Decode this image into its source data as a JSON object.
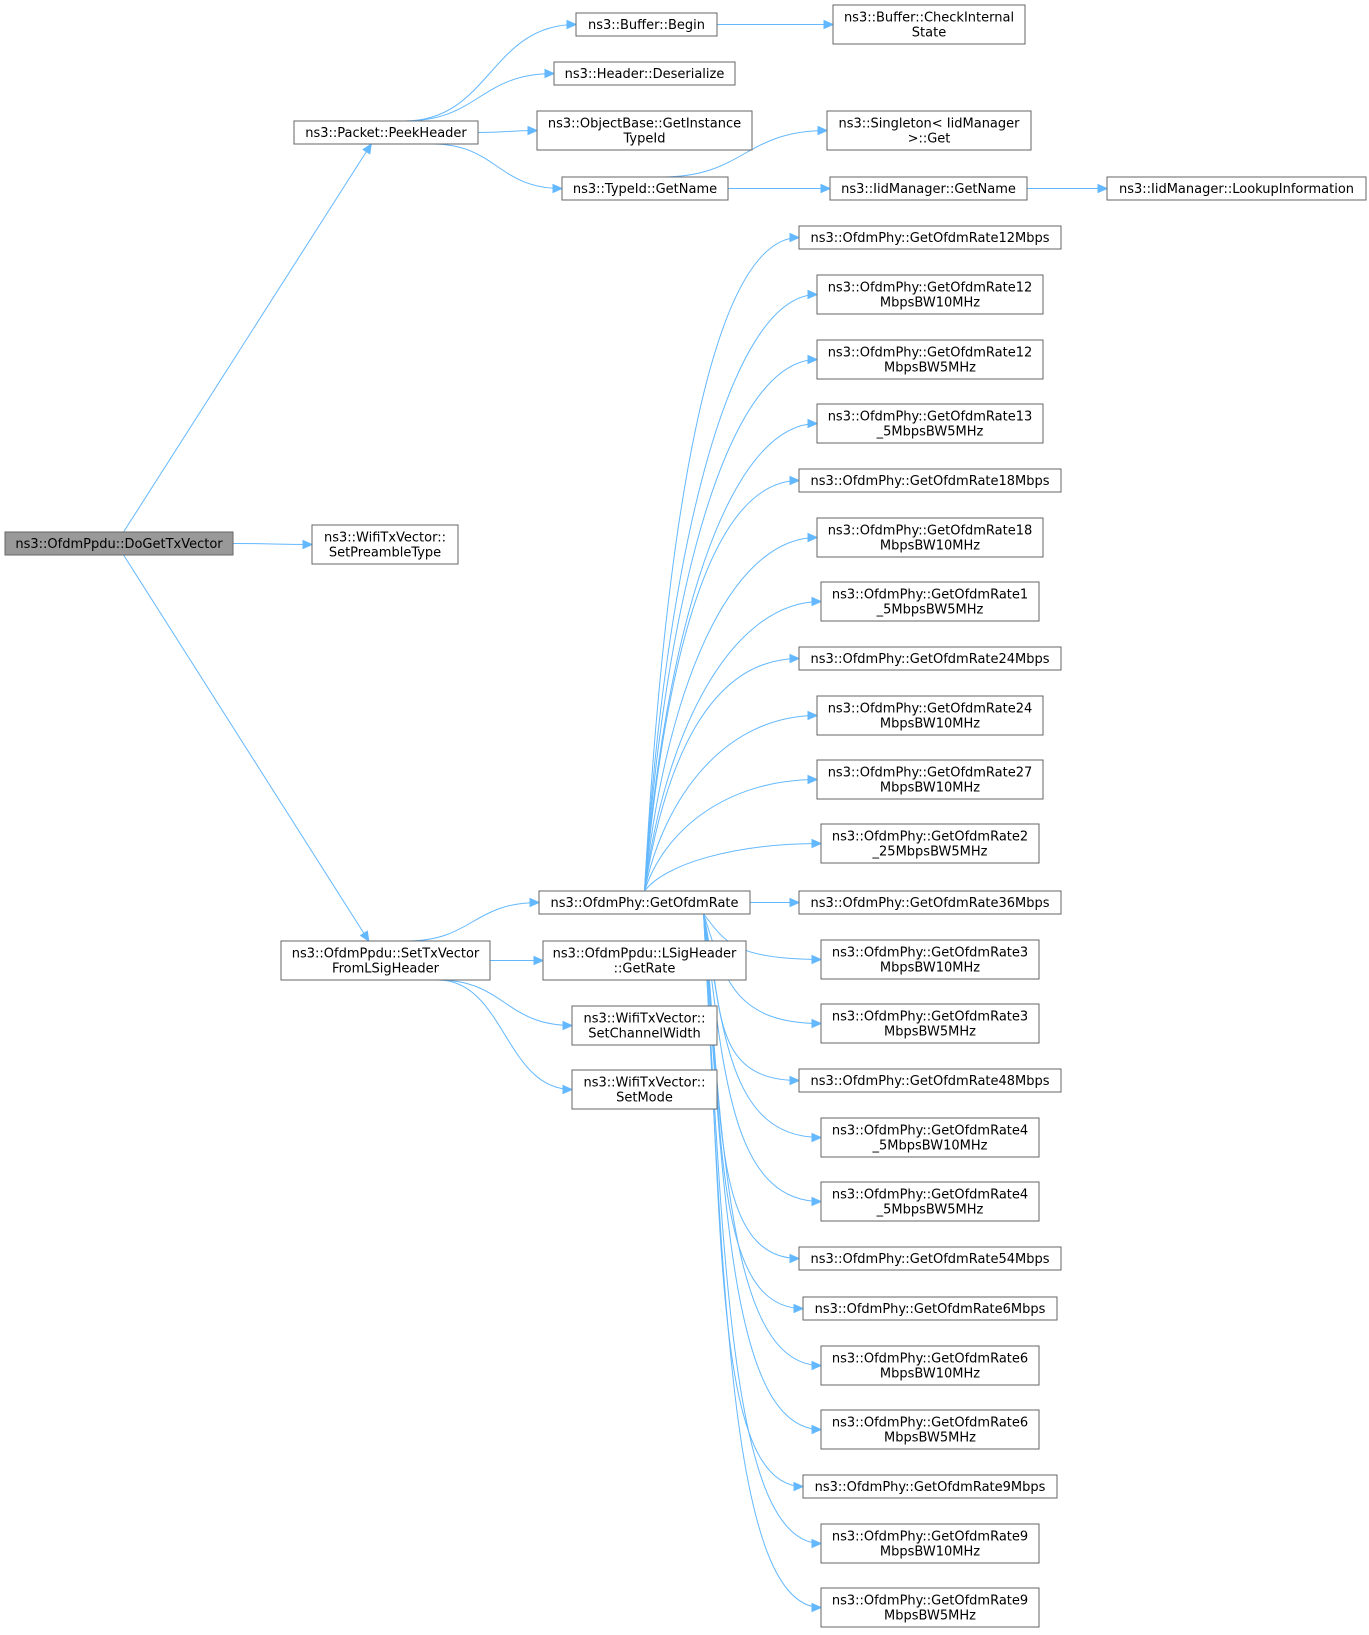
{
  "graph": {
    "edge_color": "#63b8ff",
    "root_fill": "#999999",
    "node_fill": "#ffffff",
    "node_stroke": "#666666",
    "nodes": [
      {
        "id": "root",
        "lines": [
          "ns3::OfdmPpdu::DoGetTxVector"
        ],
        "root": true
      },
      {
        "id": "peek",
        "lines": [
          "ns3::Packet::PeekHeader"
        ]
      },
      {
        "id": "setpre",
        "lines": [
          "ns3::WifiTxVector::",
          "SetPreambleType"
        ]
      },
      {
        "id": "settxv",
        "lines": [
          "ns3::OfdmPpdu::SetTxVector",
          "FromLSigHeader"
        ]
      },
      {
        "id": "bufbegin",
        "lines": [
          "ns3::Buffer::Begin"
        ]
      },
      {
        "id": "bufcheck",
        "lines": [
          "ns3::Buffer::CheckInternal",
          "State"
        ]
      },
      {
        "id": "hdrdeser",
        "lines": [
          "ns3::Header::Deserialize"
        ]
      },
      {
        "id": "objbase",
        "lines": [
          "ns3::ObjectBase::GetInstance",
          "TypeId"
        ]
      },
      {
        "id": "typeidname",
        "lines": [
          "ns3::TypeId::GetName"
        ]
      },
      {
        "id": "singleton",
        "lines": [
          "ns3::Singleton< IidManager",
          ">::Get"
        ]
      },
      {
        "id": "iidname",
        "lines": [
          "ns3::IidManager::GetName"
        ]
      },
      {
        "id": "iidlookup",
        "lines": [
          "ns3::IidManager::LookupInformation"
        ]
      },
      {
        "id": "getrate",
        "lines": [
          "ns3::OfdmPhy::GetOfdmRate"
        ]
      },
      {
        "id": "lsig",
        "lines": [
          "ns3::OfdmPpdu::LSigHeader",
          "::GetRate"
        ]
      },
      {
        "id": "setchw",
        "lines": [
          "ns3::WifiTxVector::",
          "SetChannelWidth"
        ]
      },
      {
        "id": "setmode",
        "lines": [
          "ns3::WifiTxVector::",
          "SetMode"
        ]
      },
      {
        "id": "r12",
        "lines": [
          "ns3::OfdmPhy::GetOfdmRate12Mbps"
        ]
      },
      {
        "id": "r12bw10",
        "lines": [
          "ns3::OfdmPhy::GetOfdmRate12",
          "MbpsBW10MHz"
        ]
      },
      {
        "id": "r12bw5",
        "lines": [
          "ns3::OfdmPhy::GetOfdmRate12",
          "MbpsBW5MHz"
        ]
      },
      {
        "id": "r13_5bw5",
        "lines": [
          "ns3::OfdmPhy::GetOfdmRate13",
          "_5MbpsBW5MHz"
        ]
      },
      {
        "id": "r18",
        "lines": [
          "ns3::OfdmPhy::GetOfdmRate18Mbps"
        ]
      },
      {
        "id": "r18bw10",
        "lines": [
          "ns3::OfdmPhy::GetOfdmRate18",
          "MbpsBW10MHz"
        ]
      },
      {
        "id": "r1_5bw5",
        "lines": [
          "ns3::OfdmPhy::GetOfdmRate1",
          "_5MbpsBW5MHz"
        ]
      },
      {
        "id": "r24",
        "lines": [
          "ns3::OfdmPhy::GetOfdmRate24Mbps"
        ]
      },
      {
        "id": "r24bw10",
        "lines": [
          "ns3::OfdmPhy::GetOfdmRate24",
          "MbpsBW10MHz"
        ]
      },
      {
        "id": "r27bw10",
        "lines": [
          "ns3::OfdmPhy::GetOfdmRate27",
          "MbpsBW10MHz"
        ]
      },
      {
        "id": "r2_25bw5",
        "lines": [
          "ns3::OfdmPhy::GetOfdmRate2",
          "_25MbpsBW5MHz"
        ]
      },
      {
        "id": "r36",
        "lines": [
          "ns3::OfdmPhy::GetOfdmRate36Mbps"
        ]
      },
      {
        "id": "r3bw10",
        "lines": [
          "ns3::OfdmPhy::GetOfdmRate3",
          "MbpsBW10MHz"
        ]
      },
      {
        "id": "r3bw5",
        "lines": [
          "ns3::OfdmPhy::GetOfdmRate3",
          "MbpsBW5MHz"
        ]
      },
      {
        "id": "r48",
        "lines": [
          "ns3::OfdmPhy::GetOfdmRate48Mbps"
        ]
      },
      {
        "id": "r4_5bw10",
        "lines": [
          "ns3::OfdmPhy::GetOfdmRate4",
          "_5MbpsBW10MHz"
        ]
      },
      {
        "id": "r4_5bw5",
        "lines": [
          "ns3::OfdmPhy::GetOfdmRate4",
          "_5MbpsBW5MHz"
        ]
      },
      {
        "id": "r54",
        "lines": [
          "ns3::OfdmPhy::GetOfdmRate54Mbps"
        ]
      },
      {
        "id": "r6",
        "lines": [
          "ns3::OfdmPhy::GetOfdmRate6Mbps"
        ]
      },
      {
        "id": "r6bw10",
        "lines": [
          "ns3::OfdmPhy::GetOfdmRate6",
          "MbpsBW10MHz"
        ]
      },
      {
        "id": "r6bw5",
        "lines": [
          "ns3::OfdmPhy::GetOfdmRate6",
          "MbpsBW5MHz"
        ]
      },
      {
        "id": "r9",
        "lines": [
          "ns3::OfdmPhy::GetOfdmRate9Mbps"
        ]
      },
      {
        "id": "r9bw10",
        "lines": [
          "ns3::OfdmPhy::GetOfdmRate9",
          "MbpsBW10MHz"
        ]
      },
      {
        "id": "r9bw5",
        "lines": [
          "ns3::OfdmPhy::GetOfdmRate9",
          "MbpsBW5MHz"
        ]
      }
    ],
    "edges": [
      [
        "root",
        "peek"
      ],
      [
        "root",
        "setpre"
      ],
      [
        "root",
        "settxv"
      ],
      [
        "peek",
        "bufbegin"
      ],
      [
        "peek",
        "hdrdeser"
      ],
      [
        "peek",
        "objbase"
      ],
      [
        "peek",
        "typeidname"
      ],
      [
        "bufbegin",
        "bufcheck"
      ],
      [
        "typeidname",
        "singleton"
      ],
      [
        "typeidname",
        "iidname"
      ],
      [
        "iidname",
        "iidlookup"
      ],
      [
        "settxv",
        "getrate"
      ],
      [
        "settxv",
        "lsig"
      ],
      [
        "settxv",
        "setchw"
      ],
      [
        "settxv",
        "setmode"
      ],
      [
        "getrate",
        "r12"
      ],
      [
        "getrate",
        "r12bw10"
      ],
      [
        "getrate",
        "r12bw5"
      ],
      [
        "getrate",
        "r13_5bw5"
      ],
      [
        "getrate",
        "r18"
      ],
      [
        "getrate",
        "r18bw10"
      ],
      [
        "getrate",
        "r1_5bw5"
      ],
      [
        "getrate",
        "r24"
      ],
      [
        "getrate",
        "r24bw10"
      ],
      [
        "getrate",
        "r27bw10"
      ],
      [
        "getrate",
        "r2_25bw5"
      ],
      [
        "getrate",
        "r36"
      ],
      [
        "getrate",
        "r3bw10"
      ],
      [
        "getrate",
        "r3bw5"
      ],
      [
        "getrate",
        "r48"
      ],
      [
        "getrate",
        "r4_5bw10"
      ],
      [
        "getrate",
        "r4_5bw5"
      ],
      [
        "getrate",
        "r54"
      ],
      [
        "getrate",
        "r6"
      ],
      [
        "getrate",
        "r6bw10"
      ],
      [
        "getrate",
        "r6bw5"
      ],
      [
        "getrate",
        "r9"
      ],
      [
        "getrate",
        "r9bw10"
      ],
      [
        "getrate",
        "r9bw5"
      ]
    ]
  }
}
